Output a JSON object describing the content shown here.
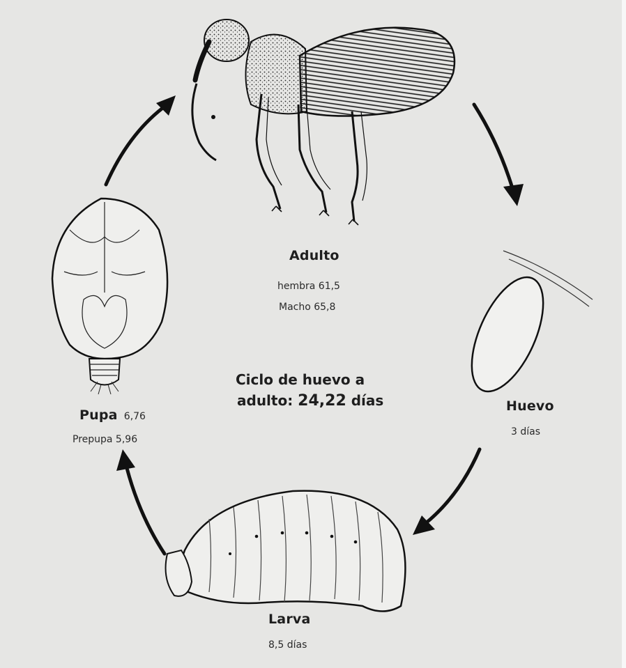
{
  "stages": {
    "adulto": {
      "name": "Adulto",
      "line1": "hembra 61,5",
      "line2": "Macho 65,8"
    },
    "huevo": {
      "name": "Huevo",
      "duration": "3 días"
    },
    "larva": {
      "name": "Larva",
      "duration": "8,5 días"
    },
    "pupa": {
      "name": "Pupa",
      "duration": "6,76",
      "prepupa": "Prepupa 5,96"
    }
  },
  "center": {
    "line1": "Ciclo de huevo a",
    "line2_prefix": "adulto: ",
    "line2_value": "24,22",
    "line2_suffix": " días"
  },
  "colors": {
    "background": "#e6e6e4",
    "ink": "#1e1e1e"
  }
}
